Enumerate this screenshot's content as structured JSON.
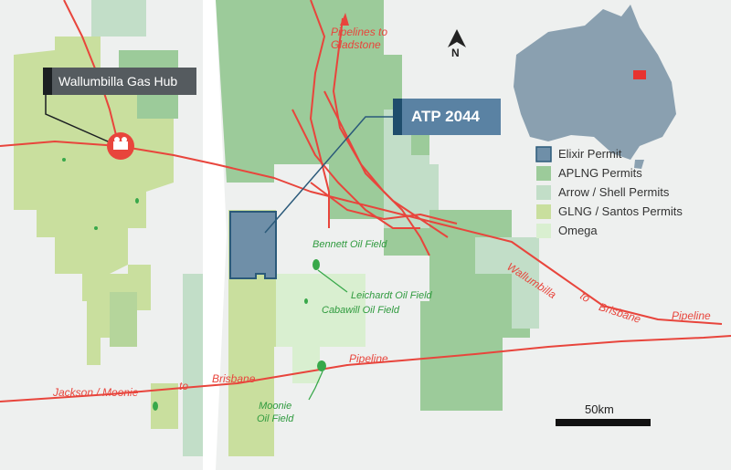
{
  "callouts": {
    "hub": "Wallumbilla Gas Hub",
    "permit": "ATP 2044"
  },
  "legend": [
    {
      "label": "Elixir Permit",
      "color": "#6f8fa8"
    },
    {
      "label": "APLNG Permits",
      "color": "#9ccb9a"
    },
    {
      "label": "Arrow / Shell Permits",
      "color": "#c2dec8"
    },
    {
      "label": "GLNG / Santos Permits",
      "color": "#c9df9e"
    },
    {
      "label": "Omega",
      "color": "#d9efd0"
    }
  ],
  "pipeline_labels": {
    "gladstone": "Pipelines to\nGladstone",
    "jackson": "Jackson / Moonie",
    "to": "to",
    "brisbane_left": "Brisbane",
    "pipeline_mid": "Pipeline",
    "wallumbilla": "Wallumbilla",
    "to2": "to",
    "brisbane_right": "Brisbane",
    "pipeline_right": "Pipeline"
  },
  "fields": {
    "bennett": "Bennett Oil Field",
    "leichardt": "Leichardt Oil Field",
    "cabawill": "Cabawill Oil Field",
    "moonie": "Moonie\nOil Field"
  },
  "scale_bar": {
    "label": "50km"
  },
  "north": {
    "label": "N"
  },
  "colors": {
    "pipeline": "#e8453c",
    "field": "#38a84a",
    "callout_dark": "#555b5f",
    "callout_blue": "#5a82a3",
    "callout_line": "#2b5a7a"
  }
}
